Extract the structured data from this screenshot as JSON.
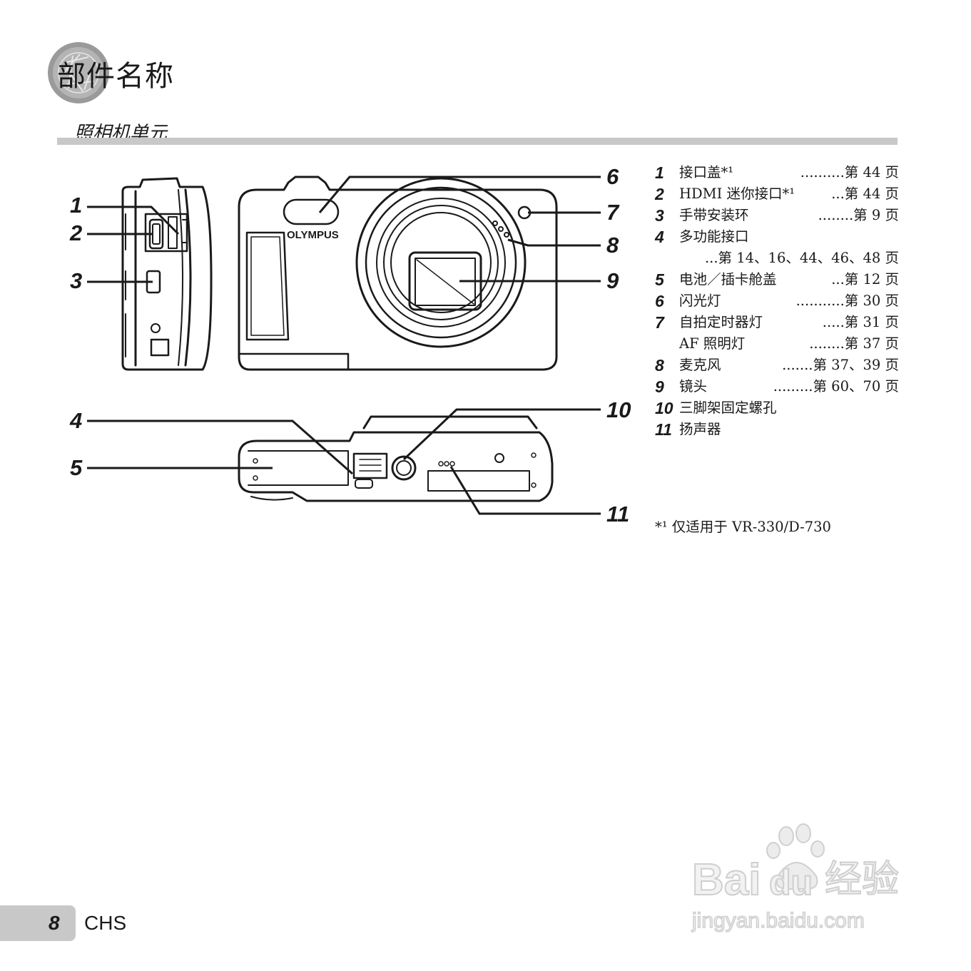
{
  "page": {
    "title": "部件名称",
    "section": "照相机单元"
  },
  "callouts": [
    "1",
    "2",
    "3",
    "4",
    "5",
    "6",
    "7",
    "8",
    "9",
    "10",
    "11"
  ],
  "camera": {
    "brand": "OLYMPUS"
  },
  "parts": [
    {
      "num": "1",
      "name": "接口盖*¹",
      "ref": "..........第 44 页"
    },
    {
      "num": "2",
      "name": "HDMI 迷你接口*¹",
      "ref": "...第 44 页"
    },
    {
      "num": "3",
      "name": "手带安装环",
      "ref": "........第 9 页"
    },
    {
      "num": "4",
      "name": "多功能接口",
      "ref": ""
    },
    {
      "num": "",
      "name": "",
      "ref": "...第 14、16、44、46、48 页"
    },
    {
      "num": "5",
      "name": "电池／插卡舱盖",
      "ref": "...第 12 页"
    },
    {
      "num": "6",
      "name": "闪光灯",
      "ref": "...........第 30 页"
    },
    {
      "num": "7",
      "name": "自拍定时器灯",
      "ref": ".....第 31 页"
    },
    {
      "num": "",
      "name": "AF 照明灯",
      "ref": "........第 37 页"
    },
    {
      "num": "8",
      "name": "麦克风",
      "ref": ".......第 37、39 页"
    },
    {
      "num": "9",
      "name": "镜头",
      "ref": ".........第 60、70 页"
    },
    {
      "num": "10",
      "name": "三脚架固定螺孔",
      "ref": ""
    },
    {
      "num": "11",
      "name": "扬声器",
      "ref": ""
    }
  ],
  "footnote": "*¹ 仅适用于 VR-330/D-730",
  "footer": {
    "page_number": "8",
    "lang": "CHS"
  },
  "watermark": {
    "brand": "Bai du 经验",
    "url": "jingyan.baidu.com"
  },
  "colors": {
    "ink": "#1a1a1a",
    "band": "#c8c8c8",
    "watermark": "#d6d6d6"
  }
}
